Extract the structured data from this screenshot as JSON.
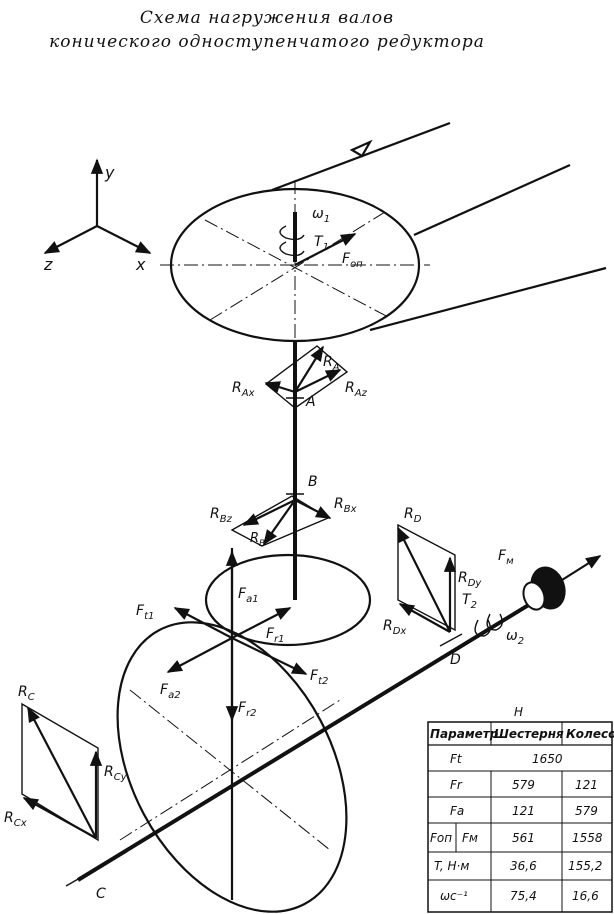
{
  "title": {
    "line1": "Схема   нагружения валов",
    "line2": "конического одноступенчатого редуктора"
  },
  "axes": {
    "y": "y",
    "z": "z",
    "x": "x"
  },
  "labels": {
    "omega1": "ω",
    "omega1_sub": "1",
    "T1": "T",
    "T1_sub": "1",
    "Fon": "F",
    "Fon_sub": "оп",
    "RA": "R",
    "RA_sub": "A",
    "RAx": "R",
    "RAx_sub": "Ax",
    "RAz": "R",
    "RAz_sub": "Az",
    "A": "A",
    "B": "B",
    "RBz": "R",
    "RBz_sub": "Bz",
    "RBx": "R",
    "RBx_sub": "Bx",
    "RB": "R",
    "RB_sub": "B",
    "Fa1": "F",
    "Fa1_sub": "a1",
    "Ft1": "F",
    "Ft1_sub": "t1",
    "Fr1": "F",
    "Fr1_sub": "r1",
    "Fa2": "F",
    "Fa2_sub": "a2",
    "Ft2": "F",
    "Ft2_sub": "t2",
    "Fr2": "F",
    "Fr2_sub": "r2",
    "RD": "R",
    "RD_sub": "D",
    "RDy": "R",
    "RDy_sub": "Dy",
    "RDx": "R",
    "RDx_sub": "Dx",
    "T2": "T",
    "T2_sub": "2",
    "omega2": "ω",
    "omega2_sub": "2",
    "D": "D",
    "FM": "F",
    "FM_sub": "м",
    "RC": "R",
    "RC_sub": "C",
    "RCy": "R",
    "RCy_sub": "Cy",
    "RCx": "R",
    "RCx_sub": "Cx",
    "C": "C"
  },
  "table": {
    "caption": "H",
    "headers": [
      "Параметр",
      "Шестерня",
      "Колесо"
    ],
    "rows": [
      {
        "param": "Ft",
        "merged": "1650"
      },
      {
        "param": "Fr",
        "gear": "579",
        "wheel": "121"
      },
      {
        "param": "Fa",
        "gear": "121",
        "wheel": "579"
      },
      {
        "param": "Fоп",
        "param2": "Fм",
        "gear": "561",
        "wheel": "1558"
      },
      {
        "param": "T, Н·м",
        "gear": "36,6",
        "wheel": "155,2"
      },
      {
        "param": "ωс⁻¹",
        "gear": "75,4",
        "wheel": "16,6"
      }
    ]
  }
}
